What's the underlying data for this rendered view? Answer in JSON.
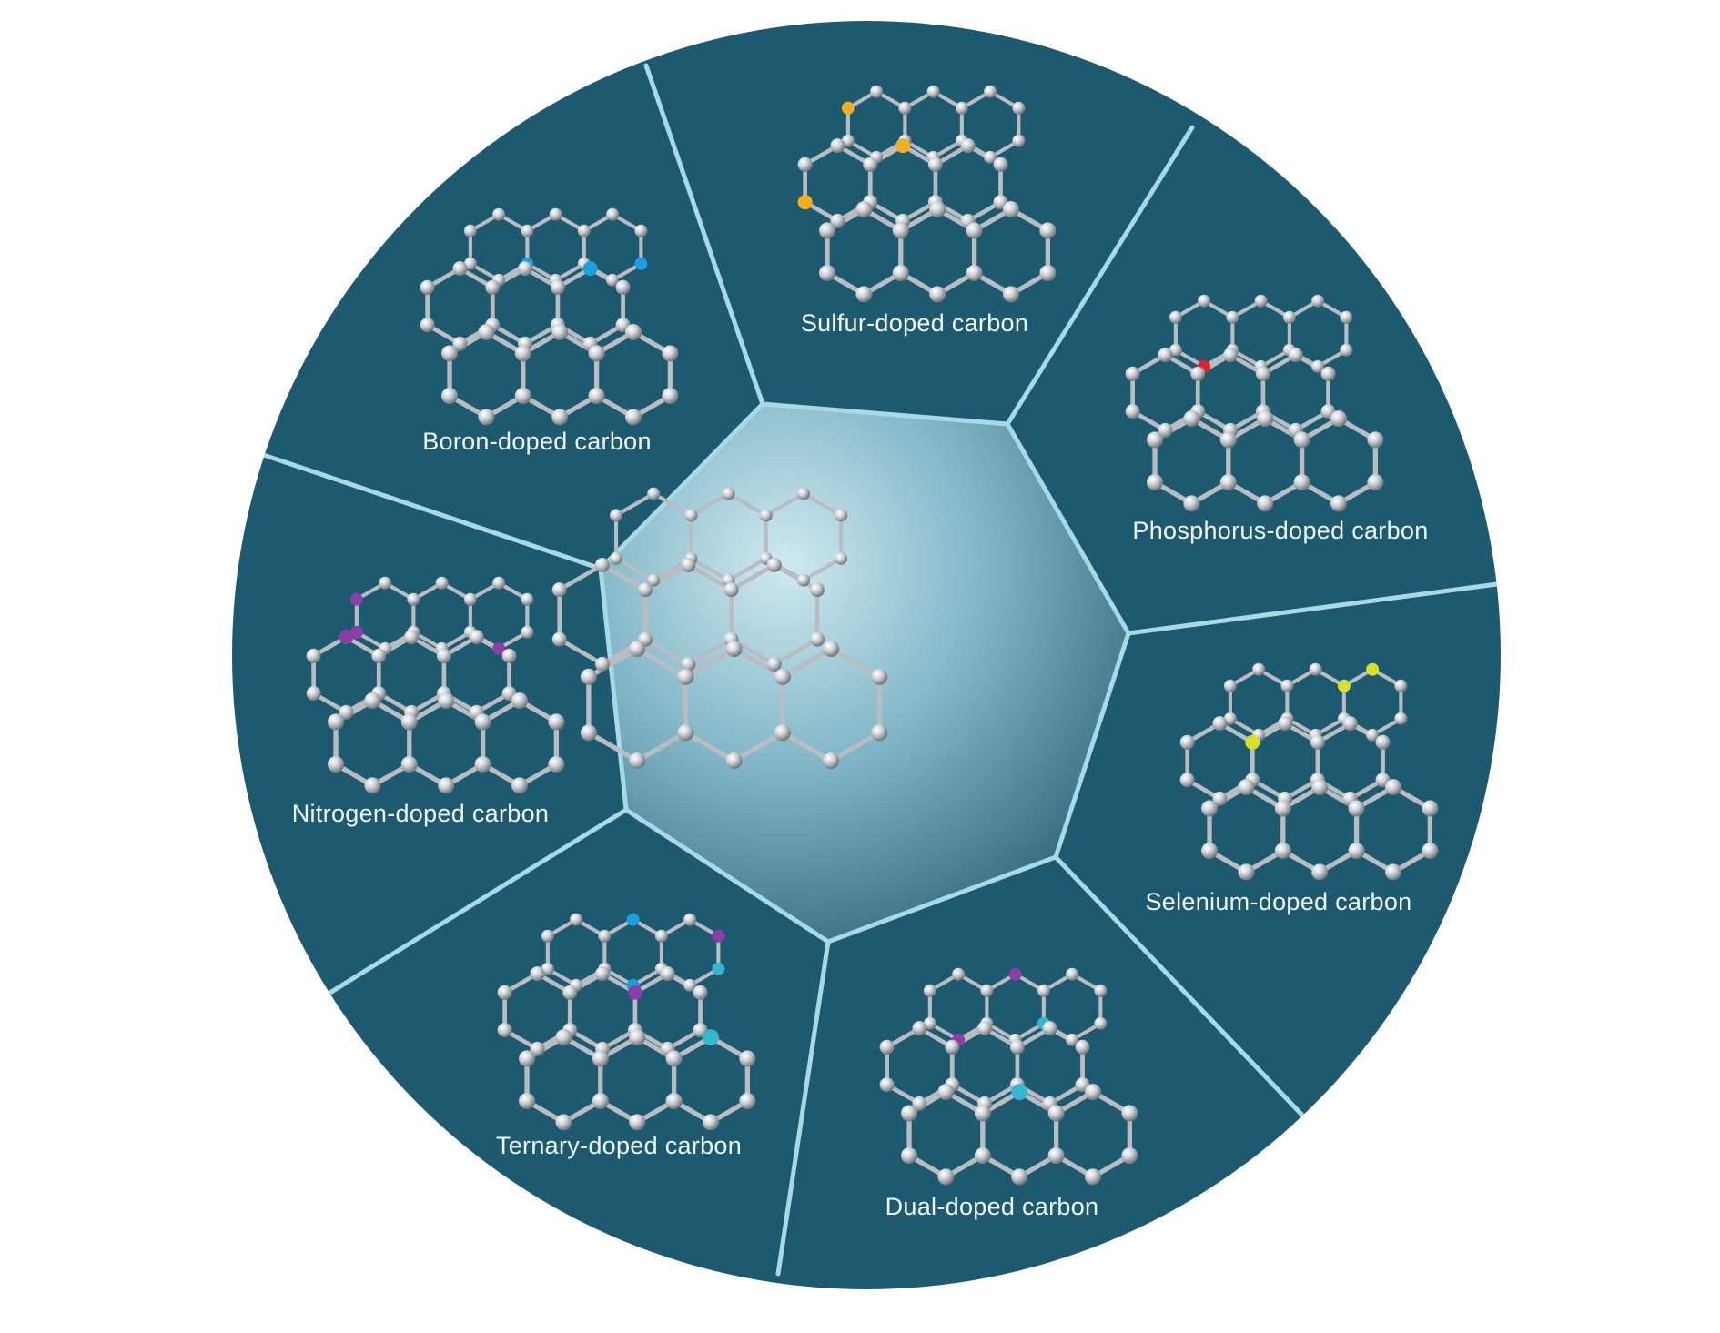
{
  "colors": {
    "background": "#ffffff",
    "segment_fill": "#1d5a70",
    "segment_line": "#a9d9e6",
    "carbon_atom": "#c9ccd0",
    "bond": "#b9bdc2",
    "center_light": "#c9e6ee",
    "center_dark": "#2f6c80"
  },
  "center": {
    "label": "",
    "structure": "carbon-lattice"
  },
  "segments": [
    {
      "id": "sulfur",
      "label": "Sulfur-doped carbon",
      "dopants": [
        {
          "element": "S",
          "color": "#f2b01e"
        }
      ]
    },
    {
      "id": "phosphorus",
      "label": "Phosphorus-doped carbon",
      "dopants": [
        {
          "element": "P",
          "color": "#e8202a"
        }
      ]
    },
    {
      "id": "selenium",
      "label": "Selenium-doped carbon",
      "dopants": [
        {
          "element": "Se",
          "color": "#d8e02a"
        }
      ]
    },
    {
      "id": "dual",
      "label": "Dual-doped carbon",
      "dopants": [
        {
          "element": "N",
          "color": "#8a3fa6"
        },
        {
          "element": "B",
          "color": "#34b7d0"
        }
      ]
    },
    {
      "id": "ternary",
      "label": "Ternary-doped carbon",
      "dopants": [
        {
          "element": "B",
          "color": "#1e9de0"
        },
        {
          "element": "N",
          "color": "#8a3fa6"
        },
        {
          "element": "S",
          "color": "#34b7d0"
        }
      ]
    },
    {
      "id": "nitrogen",
      "label": "Nitrogen-doped carbon",
      "dopants": [
        {
          "element": "N",
          "color": "#8a3fa6"
        }
      ]
    },
    {
      "id": "boron",
      "label": "Boron-doped carbon",
      "dopants": [
        {
          "element": "B",
          "color": "#1e9de0"
        }
      ]
    }
  ]
}
